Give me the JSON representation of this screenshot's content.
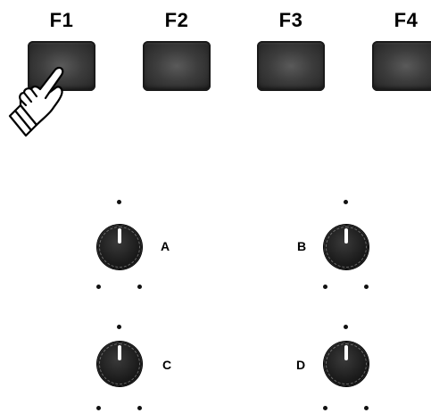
{
  "function_keys": [
    {
      "label": "F1"
    },
    {
      "label": "F2"
    },
    {
      "label": "F3"
    },
    {
      "label": "F4"
    }
  ],
  "knobs": [
    {
      "label": "A"
    },
    {
      "label": "B"
    },
    {
      "label": "C"
    },
    {
      "label": "D"
    }
  ],
  "colors": {
    "button": "#3c3c3c",
    "knob": "#1a1a1a",
    "indicator": "#ffffff",
    "text": "#000000"
  },
  "icons": {
    "pointer": "pointing-hand-icon"
  }
}
